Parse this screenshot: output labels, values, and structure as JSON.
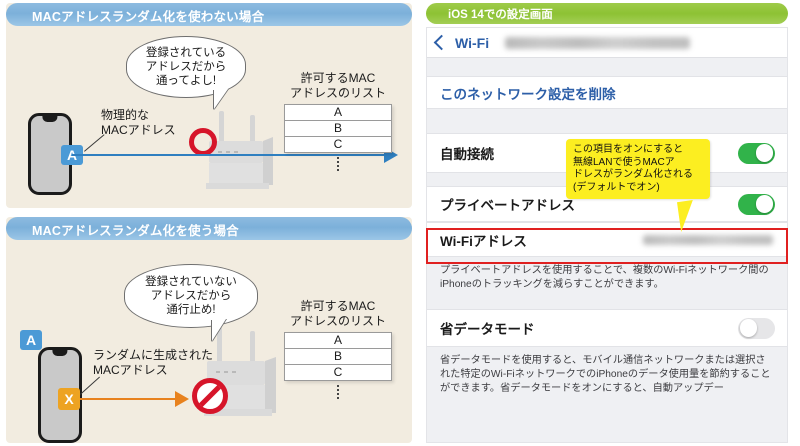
{
  "left": {
    "panel_top": {
      "header": "MACアドレスランダム化を使わない場合",
      "bubble": "登録されている\nアドレスだから\n通ってよし!",
      "device_label": "物理的な\nMACアドレス",
      "badge": "A",
      "list_title": "許可するMAC\nアドレスのリスト",
      "list_rows": [
        "A",
        "B",
        "C"
      ],
      "accent_color": "#4b9ad6",
      "arrow_color": "#2f7fc0",
      "marker": "red-circle"
    },
    "panel_bottom": {
      "header": "MACアドレスランダム化を使う場合",
      "bubble": "登録されていない\nアドレスだから\n通行止め!",
      "device_label": "ランダムに生成された\nMACアドレス",
      "badge_real": "A",
      "badge_random": "X",
      "list_title": "許可するMAC\nアドレスのリスト",
      "list_rows": [
        "A",
        "B",
        "C"
      ],
      "accent_color": "#eda322",
      "arrow_color": "#e8821e",
      "marker": "prohibit-sign"
    }
  },
  "ios": {
    "header": "iOS 14での設定画面",
    "nav": {
      "back_label": "Wi-Fi",
      "ssid_redacted": ""
    },
    "rows": {
      "forget_network": "このネットワーク設定を削除",
      "auto_join_label": "自動接続",
      "auto_join_state": "on",
      "private_address_label": "プライベートアドレス",
      "private_address_state": "on",
      "wifi_address_label": "Wi-Fiアドレス",
      "wifi_address_value_redacted": "",
      "low_data_label": "省データモード",
      "low_data_state": "off"
    },
    "descriptions": {
      "private_address": "プライベートアドレスを使用することで、複数のWi-Fiネットワーク間のiPhoneのトラッキングを減らすことができます。",
      "low_data": "省データモードを使用すると、モバイル通信ネットワークまたは選択された特定のWi-FiネットワークでのiPhoneのデータ使用量を節約することができます。省データモードをオンにすると、自動アップデー"
    },
    "callout": "この項目をオンにすると\n無線LANで使うMACア\nドレスがランダム化される\n(デフォルトでオン)",
    "highlight_color": "#e02020",
    "toggle_on_color": "#31b34a",
    "header_color": "#8dc234"
  }
}
